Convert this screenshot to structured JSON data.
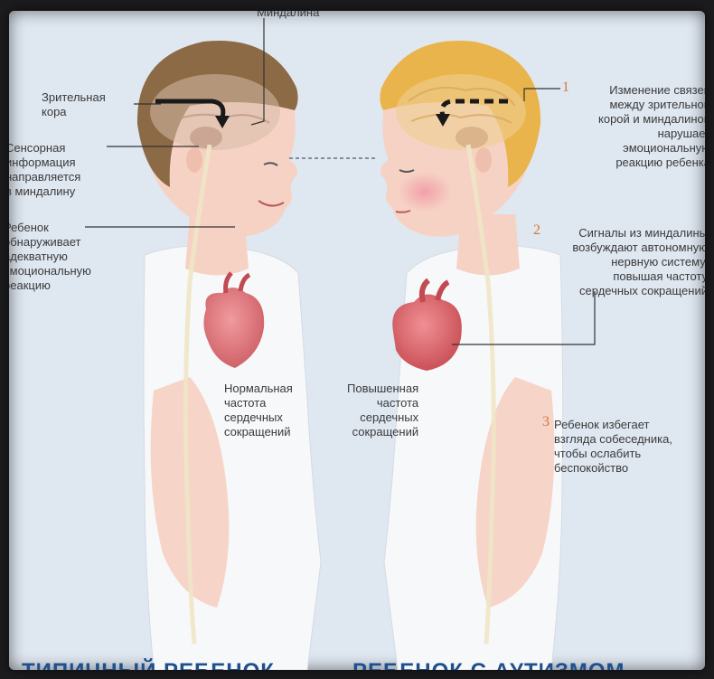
{
  "labels": {
    "amygdala_top": "Миндалина",
    "visual_cortex": "Зрительная\nкора",
    "sensory_info": "Сенсорная\nинформация\nнаправляется\nв миндалину",
    "child_detects": "Ребенок\nобнаруживает\nадекватную\nэмоциональную\nреакцию",
    "normal_rate": "Нормальная\nчастота\nсердечных\nсокращений",
    "high_rate": "Повышенная\nчастота\nсердечных\nсокращений"
  },
  "steps": [
    {
      "num": "1",
      "text": "Изменение связей\nмежду зрительной\nкорой и миндалиной\nнарушает\nэмоциональную\nреакцию ребенка"
    },
    {
      "num": "2",
      "text": "Сигналы из миндалины\nвозбуждают автономную\nнервную систему,\nповышая частоту\nсердечных сокращений"
    },
    {
      "num": "3",
      "text": "Ребенок избегает\nвзгляда собеседника,\nчтобы ослабить\nбеспокойство"
    }
  ],
  "captions": {
    "left": "ТИПИЧНЫЙ РЕБЕНОК",
    "right": "РЕБЕНОК С АУТИЗМОМ"
  },
  "colors": {
    "panel": "#dfe7f1",
    "frame": "#1c1c1e",
    "skin": "#f6d2c4",
    "hair_left": "#8b6a45",
    "hair_right": "#e9b44c",
    "heart": "#e06a6f",
    "caption": "#1f4f8c",
    "step_number": "#d5773a"
  }
}
